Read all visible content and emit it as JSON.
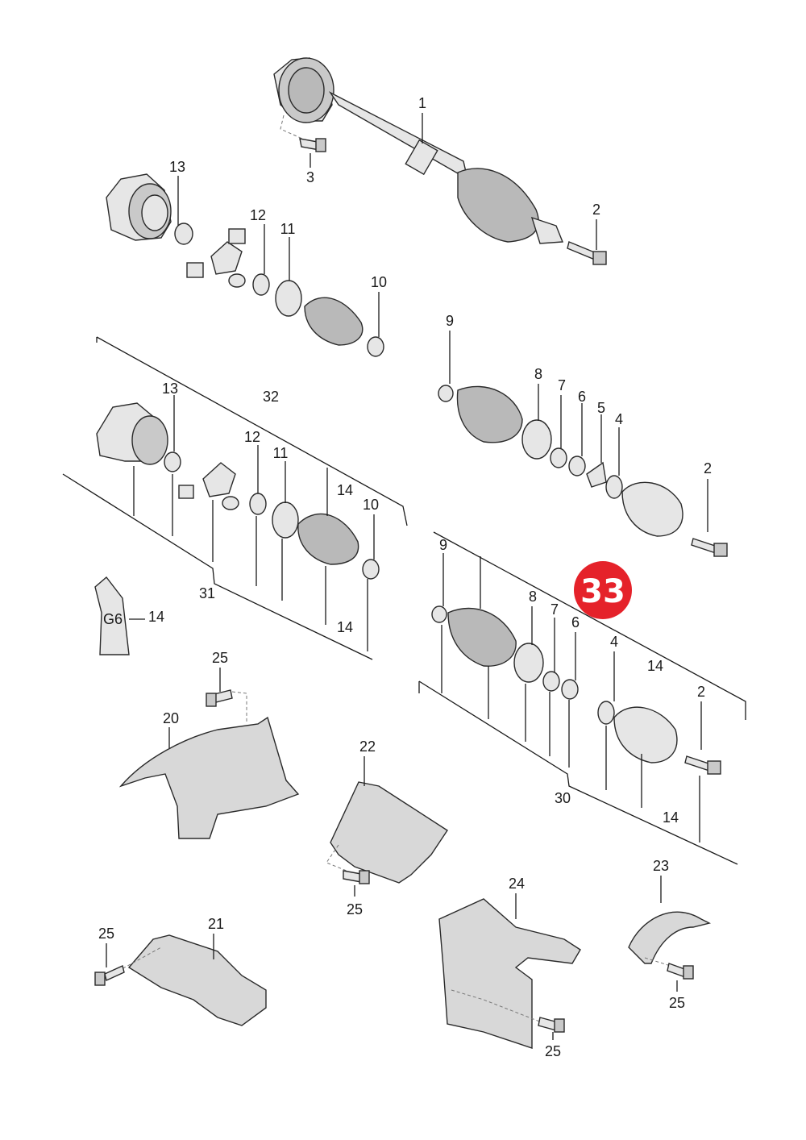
{
  "diagram": {
    "badge": {
      "text": "33",
      "color": "#e5222a"
    },
    "colors": {
      "line": "#1a1a1a",
      "part_fill": "#e6e6e6",
      "boot_fill": "#b9b9b9"
    },
    "callouts": [
      {
        "id": "c-1",
        "text": "1"
      },
      {
        "id": "c-2a",
        "text": "2"
      },
      {
        "id": "c-3",
        "text": "3"
      },
      {
        "id": "c-13a",
        "text": "13"
      },
      {
        "id": "c-12a",
        "text": "12"
      },
      {
        "id": "c-11a",
        "text": "11"
      },
      {
        "id": "c-10a",
        "text": "10"
      },
      {
        "id": "c-9a",
        "text": "9"
      },
      {
        "id": "c-8a",
        "text": "8"
      },
      {
        "id": "c-7a",
        "text": "7"
      },
      {
        "id": "c-6a",
        "text": "6"
      },
      {
        "id": "c-5",
        "text": "5"
      },
      {
        "id": "c-4a",
        "text": "4"
      },
      {
        "id": "c-2b",
        "text": "2"
      },
      {
        "id": "c-13b",
        "text": "13"
      },
      {
        "id": "c-32",
        "text": "32"
      },
      {
        "id": "c-12b",
        "text": "12"
      },
      {
        "id": "c-11b",
        "text": "11"
      },
      {
        "id": "c-14a",
        "text": "14"
      },
      {
        "id": "c-10b",
        "text": "10"
      },
      {
        "id": "c-31",
        "text": "31"
      },
      {
        "id": "c-14b",
        "text": "14"
      },
      {
        "id": "c-14c",
        "text": "14"
      },
      {
        "id": "c-9b",
        "text": "9"
      },
      {
        "id": "c-8b",
        "text": "8"
      },
      {
        "id": "c-7b",
        "text": "7"
      },
      {
        "id": "c-6b",
        "text": "6"
      },
      {
        "id": "c-4b",
        "text": "4"
      },
      {
        "id": "c-14d",
        "text": "14"
      },
      {
        "id": "c-2c",
        "text": "2"
      },
      {
        "id": "c-30",
        "text": "30"
      },
      {
        "id": "c-14e",
        "text": "14"
      },
      {
        "id": "c-25a",
        "text": "25"
      },
      {
        "id": "c-20",
        "text": "20"
      },
      {
        "id": "c-22",
        "text": "22"
      },
      {
        "id": "c-25b",
        "text": "25"
      },
      {
        "id": "c-23",
        "text": "23"
      },
      {
        "id": "c-24",
        "text": "24"
      },
      {
        "id": "c-25c",
        "text": "25"
      },
      {
        "id": "c-21",
        "text": "21"
      },
      {
        "id": "c-25d",
        "text": "25"
      },
      {
        "id": "c-25e",
        "text": "25"
      }
    ],
    "grease_tube_text": "G6"
  }
}
